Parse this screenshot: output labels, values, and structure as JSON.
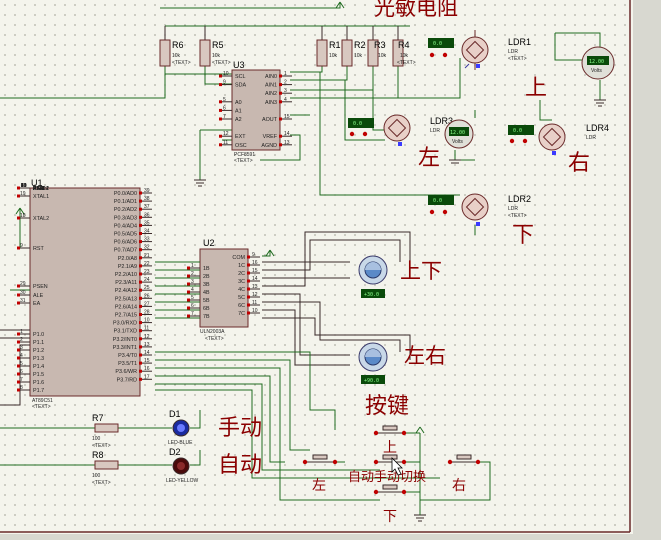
{
  "annotations": {
    "ldr_title": "光敏电阻",
    "up": "上",
    "down": "下",
    "left": "左",
    "right": "右",
    "motor_updown": "上下",
    "motor_leftright": "左右",
    "buttons": "按键",
    "manual": "手动",
    "auto": "自动",
    "btn_left": "左",
    "btn_right": "右",
    "btn_up": "上",
    "btn_down": "下",
    "btn_mode": "自动手动切换"
  },
  "resistors": [
    {
      "ref": "R6",
      "value": "10k"
    },
    {
      "ref": "R5",
      "value": "10k"
    },
    {
      "ref": "R1",
      "value": "10k"
    },
    {
      "ref": "R2",
      "value": "10k"
    },
    {
      "ref": "R3",
      "value": "10k"
    },
    {
      "ref": "R4",
      "value": "10k"
    },
    {
      "ref": "R7",
      "value": "100"
    },
    {
      "ref": "R8",
      "value": "100"
    }
  ],
  "ldrs": [
    {
      "ref": "LDR1",
      "type": "LDR",
      "reading": "0.0"
    },
    {
      "ref": "LDR2",
      "type": "LDR",
      "reading": "0.0"
    },
    {
      "ref": "LDR3",
      "type": "LDR",
      "reading": "0.0"
    },
    {
      "ref": "LDR4",
      "type": "LDR",
      "reading": "0.0"
    }
  ],
  "voltmeters": [
    "12.00",
    "12.00"
  ],
  "voltmeter_unit": "Volts",
  "chips": {
    "u3": {
      "ref": "U3",
      "part": "PCF8591",
      "left_pins": [
        "SCL",
        "SDA",
        "",
        "A0",
        "A1",
        "A2",
        "",
        "EXT",
        "OSC"
      ],
      "left_nums": [
        "10",
        "9",
        "",
        "5",
        "6",
        "7",
        "",
        "12",
        "11"
      ],
      "right_pins": [
        "AIN0",
        "AIN1",
        "AIN2",
        "AIN3",
        "",
        "AOUT",
        "",
        "VREF",
        "AGND"
      ],
      "right_nums": [
        "1",
        "2",
        "3",
        "4",
        "",
        "15",
        "",
        "14",
        "13"
      ]
    },
    "u1": {
      "ref": "U1",
      "part": "AT89C51",
      "left_pins": [
        "XTAL1",
        "XTAL2",
        "RST",
        "PSEN",
        "ALE",
        "EA",
        "P1.0",
        "P1.1",
        "P1.2",
        "P1.3",
        "P1.4",
        "P1.5",
        "P1.6",
        "P1.7"
      ],
      "left_nums": [
        "19",
        "18",
        "9",
        "29",
        "30",
        "31",
        "1",
        "2",
        "3",
        "4",
        "5",
        "6",
        "7",
        "8"
      ],
      "right_pins": [
        "P0.0/AD0",
        "P0.1/AD1",
        "P0.2/AD2",
        "P0.3/AD3",
        "P0.4/AD4",
        "P0.5/AD5",
        "P0.6/AD6",
        "P0.7/AD7",
        "P2.0/A8",
        "P2.1/A9",
        "P2.2/A10",
        "P2.3/A11",
        "P2.4/A12",
        "P2.5/A13",
        "P2.6/A14",
        "P2.7/A15",
        "P3.0/RXD",
        "P3.1/TXD",
        "P3.2/INT0",
        "P3.3/INT1",
        "P3.4/T0",
        "P3.5/T1",
        "P3.6/WR",
        "P3.7/RD"
      ],
      "right_nums": [
        "39",
        "38",
        "37",
        "36",
        "35",
        "34",
        "33",
        "32",
        "21",
        "22",
        "23",
        "24",
        "25",
        "26",
        "27",
        "28",
        "10",
        "11",
        "12",
        "13",
        "14",
        "15",
        "16",
        "17"
      ]
    },
    "u2": {
      "ref": "U2",
      "part": "ULN2003A",
      "left_pins": [
        "1B",
        "2B",
        "3B",
        "4B",
        "5B",
        "6B",
        "7B"
      ],
      "left_nums": [
        "1",
        "2",
        "3",
        "4",
        "5",
        "6",
        "7"
      ],
      "right_pins": [
        "COM",
        "1C",
        "2C",
        "3C",
        "4C",
        "5C",
        "6C",
        "7C"
      ],
      "right_nums": [
        "9",
        "16",
        "15",
        "14",
        "13",
        "12",
        "11",
        "10"
      ]
    }
  },
  "motors": [
    {
      "readout": "+30.0"
    },
    {
      "readout": "+90.0"
    }
  ],
  "leds": [
    {
      "ref": "D1",
      "type": "LED-BLUE"
    },
    {
      "ref": "D2",
      "type": "LED-YELLOW"
    }
  ],
  "text_placeholder": "<TEXT>"
}
